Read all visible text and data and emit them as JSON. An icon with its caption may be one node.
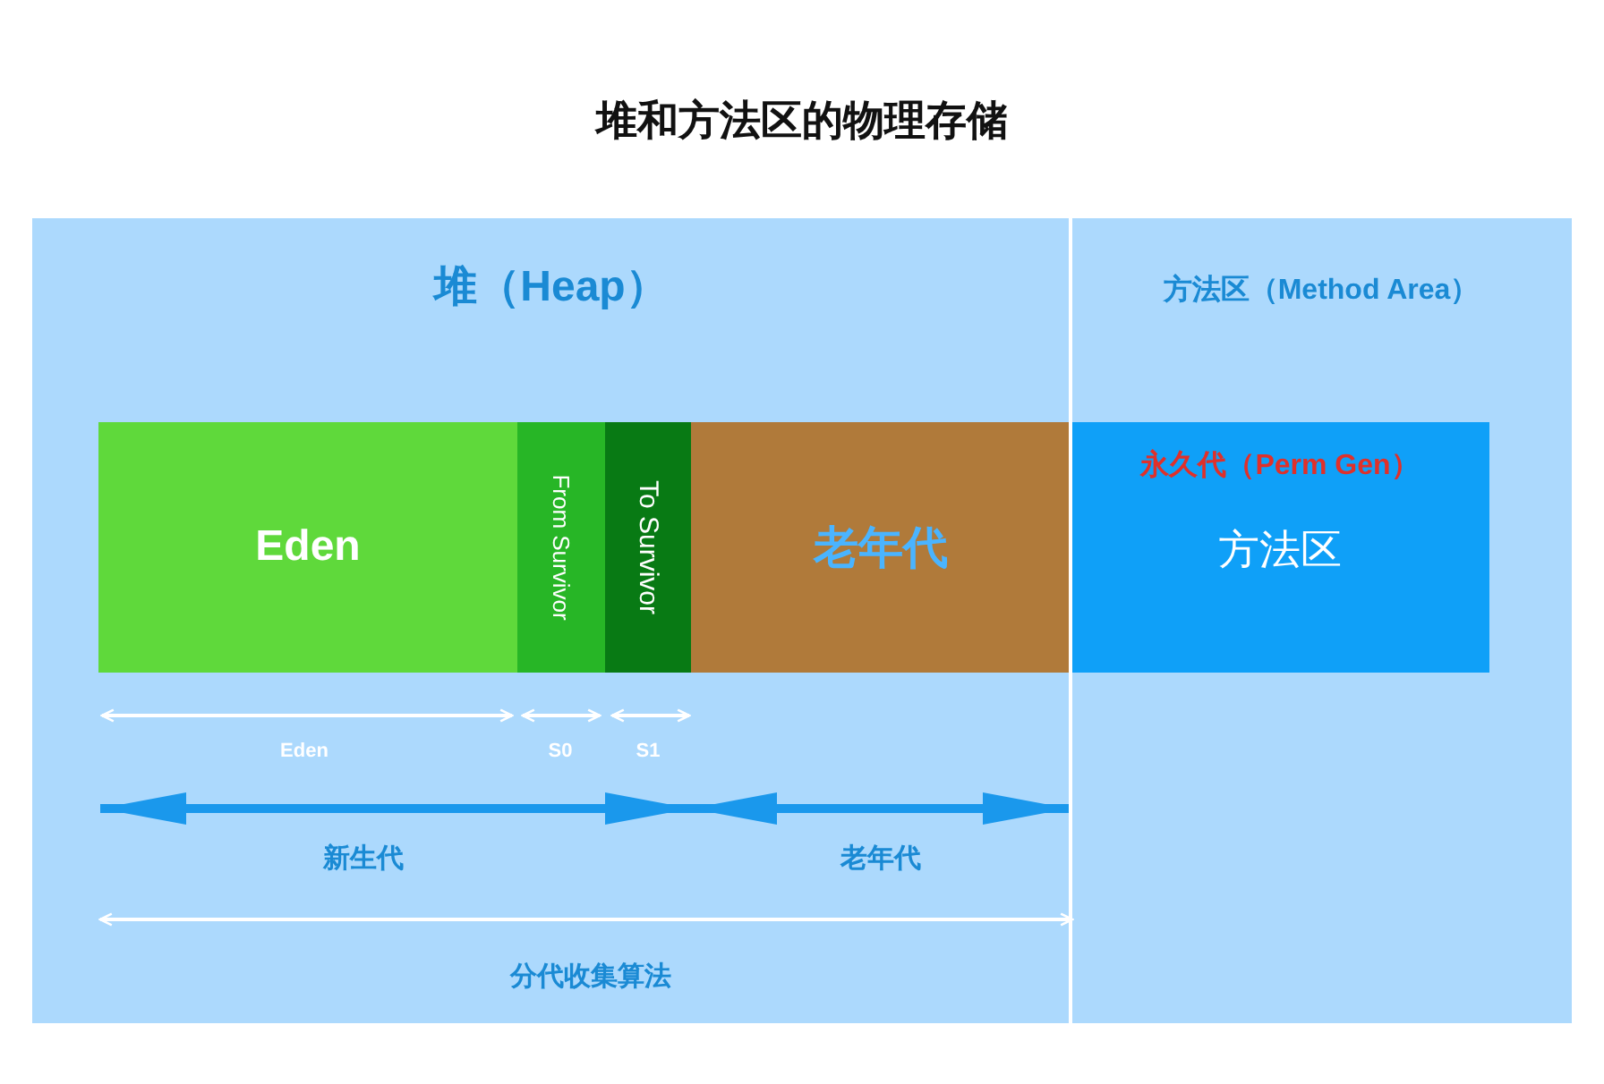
{
  "diagram": {
    "title": "堆和方法区的物理存储",
    "nodes": [
      {
        "text": [
          "堆（Heap）"
        ]
      },
      {
        "text": [
          "方法区（Method Area）"
        ]
      },
      {
        "text": [
          "Eden"
        ],
        "in": 0
      },
      {
        "text": [
          "From Survivor"
        ],
        "in": 0
      },
      {
        "text": [
          "To Survivor"
        ],
        "in": 0
      },
      {
        "text": [
          "老年代"
        ],
        "in": 0
      },
      {
        "text": [
          "永久代（Perm Gen）",
          "方法区"
        ],
        "in": 1
      }
    ],
    "labels": [
      "Eden",
      "S0",
      "S1",
      "新生代",
      "老年代",
      "分代收集算法"
    ]
  }
}
